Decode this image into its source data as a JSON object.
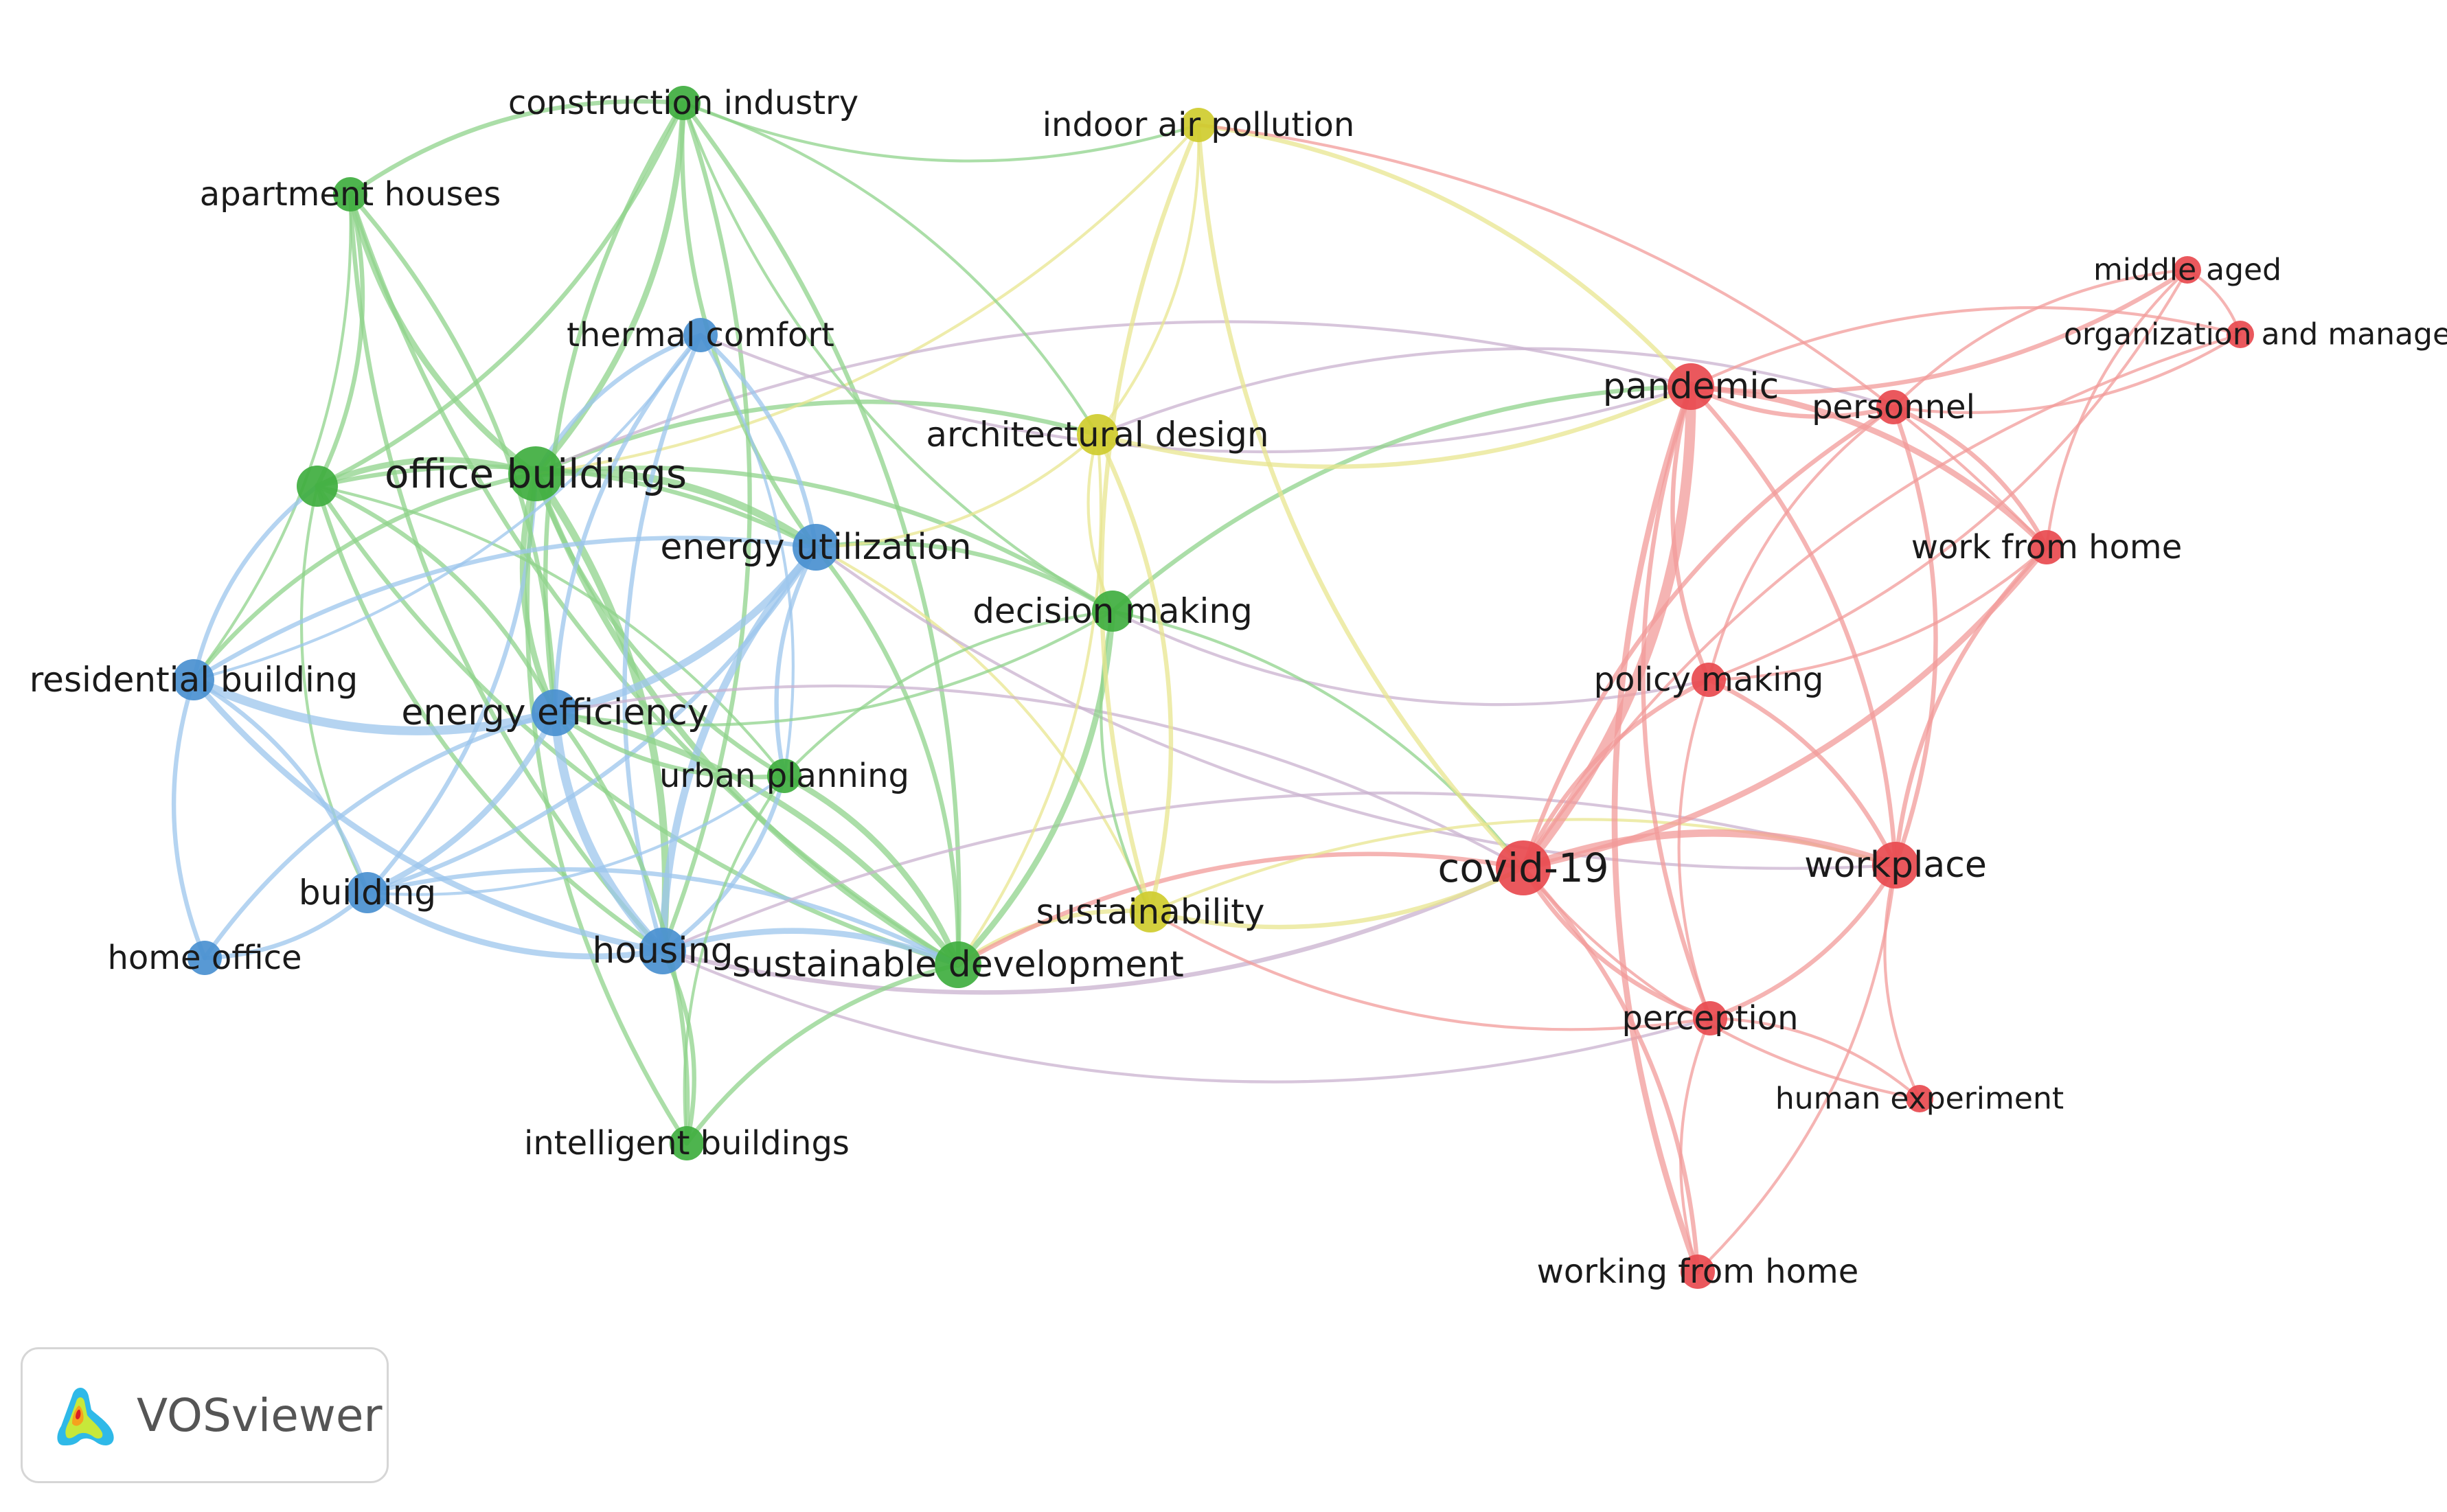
{
  "clusters": {
    "red": "#e84a4f",
    "green": "#3fae3f",
    "blue": "#4a90d0",
    "yellow": "#cfcc2e"
  },
  "edge_colors": {
    "red": "#f29b9a",
    "green": "#8fd38b",
    "blue": "#9cc6ec",
    "yellow": "#e8e58f",
    "mixed": "#c9b2cf"
  },
  "nodes": [
    {
      "id": "construction industry",
      "label": "construction industry",
      "cluster": "green",
      "weight": 2
    },
    {
      "id": "indoor air pollution",
      "label": "indoor air pollution",
      "cluster": "yellow",
      "weight": 2
    },
    {
      "id": "apartment houses",
      "label": "apartment houses",
      "cluster": "green",
      "weight": 2
    },
    {
      "id": "middle aged",
      "label": "middle aged",
      "cluster": "red",
      "weight": 1
    },
    {
      "id": "organization and management",
      "label": "organization and manageme",
      "cluster": "red",
      "weight": 1
    },
    {
      "id": "thermal comfort",
      "label": "thermal comfort",
      "cluster": "blue",
      "weight": 2
    },
    {
      "id": "pandemic",
      "label": "pandemic",
      "cluster": "red",
      "weight": 4
    },
    {
      "id": "personnel",
      "label": "personnel",
      "cluster": "red",
      "weight": 2
    },
    {
      "id": "architectural design",
      "label": "architectural design",
      "cluster": "yellow",
      "weight": 3
    },
    {
      "id": "green unlabeled",
      "label": "",
      "cluster": "green",
      "weight": 3
    },
    {
      "id": "office buildings",
      "label": "office buildings",
      "cluster": "green",
      "weight": 5
    },
    {
      "id": "energy utilization",
      "label": "energy utilization",
      "cluster": "blue",
      "weight": 4
    },
    {
      "id": "work from home",
      "label": "work from home",
      "cluster": "red",
      "weight": 2
    },
    {
      "id": "decision making",
      "label": "decision making",
      "cluster": "green",
      "weight": 3
    },
    {
      "id": "residential building",
      "label": "residential building",
      "cluster": "blue",
      "weight": 3
    },
    {
      "id": "policy making",
      "label": "policy making",
      "cluster": "red",
      "weight": 2
    },
    {
      "id": "energy efficiency",
      "label": "energy efficiency",
      "cluster": "blue",
      "weight": 4
    },
    {
      "id": "urban planning",
      "label": "urban planning",
      "cluster": "green",
      "weight": 2
    },
    {
      "id": "covid-19",
      "label": "covid-19",
      "cluster": "red",
      "weight": 5
    },
    {
      "id": "workplace",
      "label": "workplace",
      "cluster": "red",
      "weight": 4
    },
    {
      "id": "building",
      "label": "building",
      "cluster": "blue",
      "weight": 3
    },
    {
      "id": "sustainability",
      "label": "sustainability",
      "cluster": "yellow",
      "weight": 3
    },
    {
      "id": "home office",
      "label": "home office",
      "cluster": "blue",
      "weight": 2
    },
    {
      "id": "housing",
      "label": "housing",
      "cluster": "blue",
      "weight": 4
    },
    {
      "id": "sustainable development",
      "label": "sustainable development",
      "cluster": "green",
      "weight": 4
    },
    {
      "id": "perception",
      "label": "perception",
      "cluster": "red",
      "weight": 2
    },
    {
      "id": "human experiment",
      "label": "human experiment",
      "cluster": "red",
      "weight": 1
    },
    {
      "id": "intelligent buildings",
      "label": "intelligent buildings",
      "cluster": "green",
      "weight": 2
    },
    {
      "id": "working from home",
      "label": "working from home",
      "cluster": "red",
      "weight": 2
    }
  ],
  "edges": [
    [
      "office buildings",
      "construction industry",
      "green",
      3
    ],
    [
      "office buildings",
      "apartment houses",
      "green",
      3
    ],
    [
      "office buildings",
      "energy efficiency",
      "green",
      3
    ],
    [
      "office buildings",
      "housing",
      "green",
      4
    ],
    [
      "office buildings",
      "sustainable development",
      "green",
      3
    ],
    [
      "office buildings",
      "energy utilization",
      "green",
      4
    ],
    [
      "office buildings",
      "green unlabeled",
      "green",
      3
    ],
    [
      "office buildings",
      "decision making",
      "green",
      2
    ],
    [
      "office buildings",
      "urban planning",
      "green",
      2
    ],
    [
      "office buildings",
      "thermal comfort",
      "blue",
      2
    ],
    [
      "office buildings",
      "residential building",
      "green",
      2
    ],
    [
      "office buildings",
      "building",
      "blue",
      2
    ],
    [
      "office buildings",
      "intelligent buildings",
      "green",
      2
    ],
    [
      "office buildings",
      "architectural design",
      "green",
      2
    ],
    [
      "office buildings",
      "indoor air pollution",
      "yellow",
      1
    ],
    [
      "office buildings",
      "pandemic",
      "mixed",
      1
    ],
    [
      "construction industry",
      "apartment houses",
      "green",
      2
    ],
    [
      "construction industry",
      "green unlabeled",
      "green",
      2
    ],
    [
      "construction industry",
      "energy utilization",
      "green",
      2
    ],
    [
      "construction industry",
      "sustainable development",
      "green",
      2
    ],
    [
      "construction industry",
      "decision making",
      "green",
      1
    ],
    [
      "construction industry",
      "housing",
      "green",
      2
    ],
    [
      "construction industry",
      "energy efficiency",
      "green",
      2
    ],
    [
      "construction industry",
      "architectural design",
      "green",
      1
    ],
    [
      "construction industry",
      "indoor air pollution",
      "green",
      1
    ],
    [
      "apartment houses",
      "green unlabeled",
      "green",
      2
    ],
    [
      "apartment houses",
      "housing",
      "green",
      2
    ],
    [
      "apartment houses",
      "energy efficiency",
      "green",
      2
    ],
    [
      "apartment houses",
      "sustainable development",
      "green",
      2
    ],
    [
      "apartment houses",
      "residential building",
      "green",
      1
    ],
    [
      "green unlabeled",
      "residential building",
      "blue",
      2
    ],
    [
      "green unlabeled",
      "energy utilization",
      "green",
      2
    ],
    [
      "green unlabeled",
      "housing",
      "green",
      2
    ],
    [
      "green unlabeled",
      "energy efficiency",
      "green",
      2
    ],
    [
      "green unlabeled",
      "sustainable development",
      "green",
      2
    ],
    [
      "green unlabeled",
      "urban planning",
      "green",
      1
    ],
    [
      "green unlabeled",
      "building",
      "green",
      1
    ],
    [
      "thermal comfort",
      "energy utilization",
      "blue",
      2
    ],
    [
      "thermal comfort",
      "energy efficiency",
      "blue",
      2
    ],
    [
      "thermal comfort",
      "residential building",
      "blue",
      1
    ],
    [
      "thermal comfort",
      "housing",
      "blue",
      2
    ],
    [
      "thermal comfort",
      "urban planning",
      "blue",
      1
    ],
    [
      "thermal comfort",
      "pandemic",
      "mixed",
      1
    ],
    [
      "energy utilization",
      "energy efficiency",
      "blue",
      4
    ],
    [
      "energy utilization",
      "housing",
      "blue",
      4
    ],
    [
      "energy utilization",
      "building",
      "blue",
      2
    ],
    [
      "energy utilization",
      "residential building",
      "blue",
      2
    ],
    [
      "energy utilization",
      "decision making",
      "green",
      2
    ],
    [
      "energy utilization",
      "architectural design",
      "yellow",
      1
    ],
    [
      "energy utilization",
      "sustainable development",
      "green",
      2
    ],
    [
      "energy utilization",
      "urban planning",
      "blue",
      2
    ],
    [
      "energy utilization",
      "sustainability",
      "yellow",
      1
    ],
    [
      "energy utilization",
      "workplace",
      "mixed",
      1
    ],
    [
      "energy efficiency",
      "residential building",
      "blue",
      5
    ],
    [
      "energy efficiency",
      "housing",
      "blue",
      5
    ],
    [
      "energy efficiency",
      "building",
      "blue",
      3
    ],
    [
      "energy efficiency",
      "home office",
      "blue",
      2
    ],
    [
      "energy efficiency",
      "sustainable development",
      "green",
      3
    ],
    [
      "energy efficiency",
      "urban planning",
      "green",
      2
    ],
    [
      "energy efficiency",
      "intelligent buildings",
      "green",
      2
    ],
    [
      "energy efficiency",
      "decision making",
      "green",
      1
    ],
    [
      "energy efficiency",
      "covid-19",
      "mixed",
      1
    ],
    [
      "residential building",
      "housing",
      "blue",
      3
    ],
    [
      "residential building",
      "building",
      "blue",
      2
    ],
    [
      "residential building",
      "home office",
      "blue",
      2
    ],
    [
      "building",
      "home office",
      "blue",
      2
    ],
    [
      "building",
      "housing",
      "blue",
      3
    ],
    [
      "building",
      "sustainable development",
      "blue",
      2
    ],
    [
      "building",
      "urban planning",
      "blue",
      1
    ],
    [
      "housing",
      "sustainable development",
      "blue",
      3
    ],
    [
      "housing",
      "urban planning",
      "blue",
      2
    ],
    [
      "housing",
      "intelligent buildings",
      "green",
      2
    ],
    [
      "housing",
      "covid-19",
      "mixed",
      2
    ],
    [
      "housing",
      "workplace",
      "mixed",
      1
    ],
    [
      "housing",
      "perception",
      "mixed",
      1
    ],
    [
      "urban planning",
      "sustainable development",
      "green",
      3
    ],
    [
      "urban planning",
      "intelligent buildings",
      "green",
      1
    ],
    [
      "urban planning",
      "decision making",
      "green",
      1
    ],
    [
      "sustainable development",
      "decision making",
      "green",
      3
    ],
    [
      "sustainable development",
      "sustainability",
      "yellow",
      2
    ],
    [
      "sustainable development",
      "intelligent buildings",
      "green",
      2
    ],
    [
      "sustainable development",
      "covid-19",
      "red",
      2
    ],
    [
      "sustainable development",
      "architectural design",
      "yellow",
      1
    ],
    [
      "decision making",
      "architectural design",
      "yellow",
      1
    ],
    [
      "decision making",
      "sustainability",
      "green",
      1
    ],
    [
      "decision making",
      "pandemic",
      "green",
      2
    ],
    [
      "decision making",
      "policy making",
      "mixed",
      1
    ],
    [
      "decision making",
      "covid-19",
      "green",
      1
    ],
    [
      "architectural design",
      "indoor air pollution",
      "yellow",
      1
    ],
    [
      "architectural design",
      "sustainability",
      "yellow",
      2
    ],
    [
      "architectural design",
      "pandemic",
      "yellow",
      2
    ],
    [
      "architectural design",
      "personnel",
      "mixed",
      1
    ],
    [
      "indoor air pollution",
      "sustainability",
      "yellow",
      2
    ],
    [
      "indoor air pollution",
      "pandemic",
      "yellow",
      2
    ],
    [
      "indoor air pollution",
      "covid-19",
      "yellow",
      2
    ],
    [
      "indoor air pollution",
      "work from home",
      "red",
      1
    ],
    [
      "sustainability",
      "covid-19",
      "yellow",
      2
    ],
    [
      "sustainability",
      "workplace",
      "yellow",
      1
    ],
    [
      "sustainability",
      "perception",
      "red",
      1
    ],
    [
      "pandemic",
      "covid-19",
      "red",
      6
    ],
    [
      "pandemic",
      "personnel",
      "red",
      2
    ],
    [
      "pandemic",
      "work from home",
      "red",
      3
    ],
    [
      "pandemic",
      "policy making",
      "red",
      2
    ],
    [
      "pandemic",
      "workplace",
      "red",
      2
    ],
    [
      "pandemic",
      "middle aged",
      "red",
      2
    ],
    [
      "pandemic",
      "organization and management",
      "red",
      1
    ],
    [
      "pandemic",
      "perception",
      "red",
      2
    ],
    [
      "personnel",
      "work from home",
      "red",
      2
    ],
    [
      "personnel",
      "covid-19",
      "red",
      2
    ],
    [
      "personnel",
      "workplace",
      "red",
      2
    ],
    [
      "personnel",
      "policy making",
      "red",
      1
    ],
    [
      "personnel",
      "middle aged",
      "red",
      1
    ],
    [
      "personnel",
      "organization and management",
      "red",
      1
    ],
    [
      "middle aged",
      "organization and management",
      "red",
      1
    ],
    [
      "middle aged",
      "work from home",
      "red",
      1
    ],
    [
      "middle aged",
      "policy making",
      "red",
      1
    ],
    [
      "organization and management",
      "covid-19",
      "red",
      1
    ],
    [
      "work from home",
      "covid-19",
      "red",
      3
    ],
    [
      "work from home",
      "workplace",
      "red",
      2
    ],
    [
      "work from home",
      "policy making",
      "red",
      1
    ],
    [
      "policy making",
      "covid-19",
      "red",
      2
    ],
    [
      "policy making",
      "workplace",
      "red",
      2
    ],
    [
      "policy making",
      "perception",
      "red",
      1
    ],
    [
      "covid-19",
      "workplace",
      "red",
      4
    ],
    [
      "covid-19",
      "perception",
      "red",
      2
    ],
    [
      "covid-19",
      "working from home",
      "red",
      2
    ],
    [
      "covid-19",
      "human experiment",
      "red",
      1
    ],
    [
      "workplace",
      "perception",
      "red",
      2
    ],
    [
      "workplace",
      "human experiment",
      "red",
      1
    ],
    [
      "workplace",
      "working from home",
      "red",
      1
    ],
    [
      "perception",
      "working from home",
      "red",
      1
    ],
    [
      "perception",
      "human experiment",
      "red",
      1
    ],
    [
      "pandemic",
      "working from home",
      "red",
      3
    ]
  ],
  "badge": {
    "text": "VOSviewer",
    "icon": "vosviewer-logo-icon"
  }
}
